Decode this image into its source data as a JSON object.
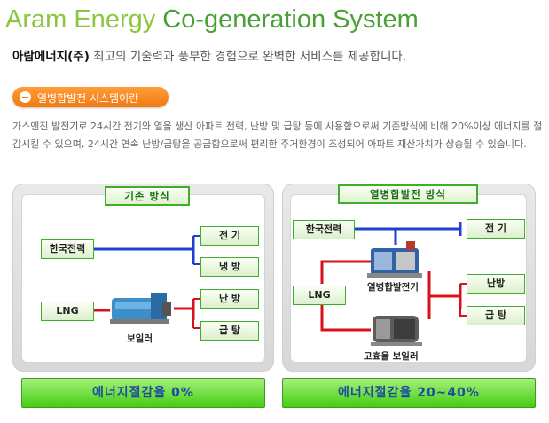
{
  "header": {
    "title_part1": "Aram Energy ",
    "title_part2": "Co-generation System",
    "subtitle_strong": "아람에너지(주)",
    "subtitle_rest": " 최고의 기술력과 풍부한 경험으로 완벽한 서비스를 제공합니다."
  },
  "section": {
    "pill_label": "열병합발전 시스템이란",
    "description": "가스엔진 발전기로 24시간 전기와 열을 생산 아파트 전력, 난방 및 급탕 등에 사용함으로써 기존방식에 비해 20%이상 에너지를 절감시킬 수 있으며, 24시간 연속 난방/급탕을 공급함으로써 편리한 주거환경이 조성되어 아파트 재산가치가 상승될 수 있습니다."
  },
  "left_diagram": {
    "header": "기존 방식",
    "source_kepco": "한국전력",
    "source_lng": "LNG",
    "boiler_label": "보일러",
    "out_electricity": "전 기",
    "out_cooling": "냉 방",
    "out_heating": "난 방",
    "out_hotwater": "급 탕",
    "savings": "에너지절감율  0%"
  },
  "right_diagram": {
    "header": "열병합발전 방식",
    "source_kepco": "한국전력",
    "source_lng": "LNG",
    "chp_label": "열병합발전기",
    "boiler_label": "고효율 보일러",
    "out_electricity": "전 기",
    "out_heating": "난방",
    "out_hotwater": "급 탕",
    "savings": "에너지절감율  20~40%"
  },
  "colors": {
    "electric_line": "#1f3fd0",
    "heat_line": "#d8121b",
    "accent_green": "#49a135",
    "pill_orange": "#f07a10"
  }
}
